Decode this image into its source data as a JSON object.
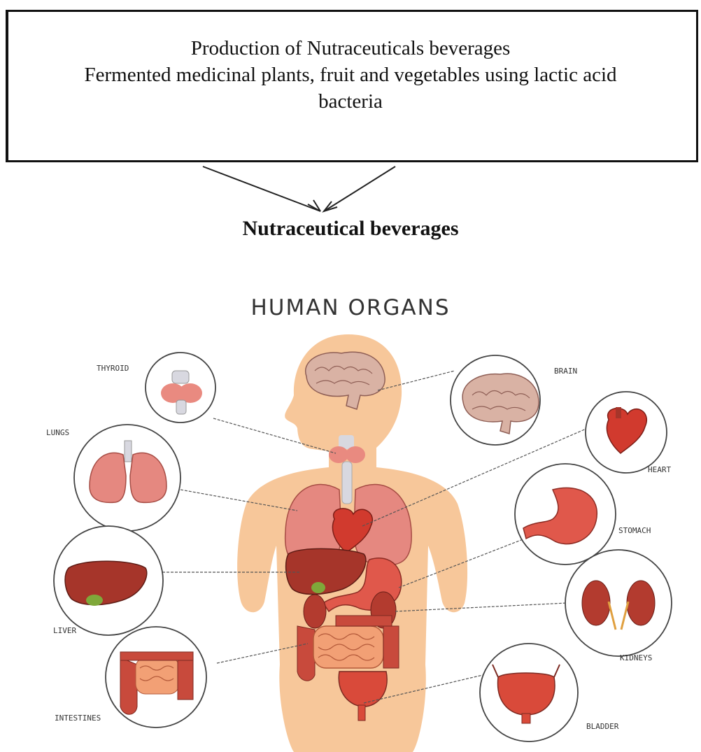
{
  "process": {
    "lines": [
      "Production of Nutraceuticals beverages",
      "Fermented medicinal plants, fruit and vegetables using lactic acid",
      "bacteria"
    ]
  },
  "result": {
    "label": "Nutraceutical beverages"
  },
  "infographic": {
    "title": "HUMAN ORGANS",
    "organs": [
      {
        "key": "thyroid",
        "label": "THYROID"
      },
      {
        "key": "brain",
        "label": "BRAIN"
      },
      {
        "key": "lungs",
        "label": "LUNGS"
      },
      {
        "key": "heart",
        "label": "HEART"
      },
      {
        "key": "stomach",
        "label": "STOMACH"
      },
      {
        "key": "liver",
        "label": "LIVER"
      },
      {
        "key": "kidneys",
        "label": "KIDNEYS"
      },
      {
        "key": "intestines",
        "label": "INTESTINES"
      },
      {
        "key": "bladder",
        "label": "BLADDER"
      }
    ]
  },
  "colors": {
    "skin": "#f7c79a",
    "organ_red": "#d94a3a",
    "organ_pink": "#e98a80",
    "liver": "#a6352a",
    "brain": "#d9b2a4",
    "outline": "#222222"
  }
}
